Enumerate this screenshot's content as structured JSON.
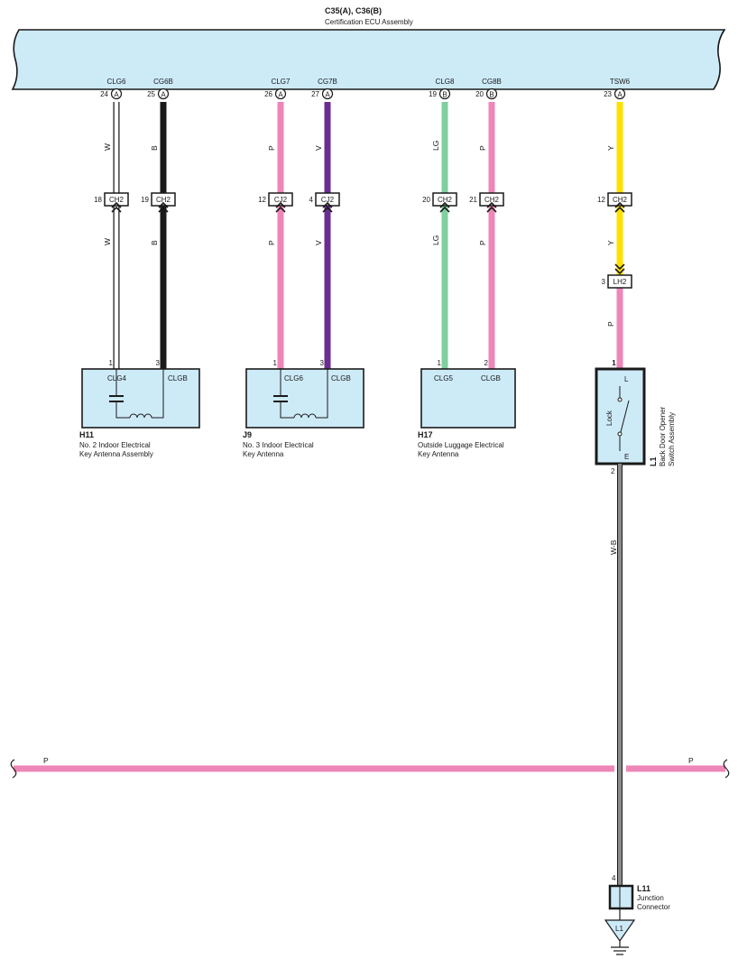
{
  "ecu": {
    "connectors": "C35(A), C36(B)",
    "name": "Certification ECU Assembly"
  },
  "colors": {
    "panel_fill": "#cdeaf7",
    "W": "#ffffff",
    "B": "#1a1a1a",
    "P": "#ee86b8",
    "V": "#6b2d8f",
    "LG": "#7fcf9f",
    "Y": "#ffe000",
    "W-B": "#ffffff"
  },
  "wires": [
    {
      "id": "clg6",
      "terminal": "CLG6",
      "pin": "24",
      "conn": "A",
      "color": "W",
      "jc_pin": "18",
      "jc_name": "CH2",
      "comp_pin": "1"
    },
    {
      "id": "cg6b",
      "terminal": "CG6B",
      "pin": "25",
      "conn": "A",
      "color": "B",
      "jc_pin": "19",
      "jc_name": "CH2",
      "comp_pin": "3"
    },
    {
      "id": "clg7",
      "terminal": "CLG7",
      "pin": "26",
      "conn": "A",
      "color": "P",
      "jc_pin": "12",
      "jc_name": "CJ2",
      "comp_pin": "1"
    },
    {
      "id": "cg7b",
      "terminal": "CG7B",
      "pin": "27",
      "conn": "A",
      "color": "V",
      "jc_pin": "4",
      "jc_name": "CJ2",
      "comp_pin": "3"
    },
    {
      "id": "clg8",
      "terminal": "CLG8",
      "pin": "19",
      "conn": "B",
      "color": "LG",
      "jc_pin": "20",
      "jc_name": "CH2",
      "comp_pin": "1"
    },
    {
      "id": "cg8b",
      "terminal": "CG8B",
      "pin": "20",
      "conn": "B",
      "color": "P",
      "jc_pin": "21",
      "jc_name": "CH2",
      "comp_pin": "2"
    },
    {
      "id": "tsw6",
      "terminal": "TSW6",
      "pin": "23",
      "conn": "A",
      "color": "Y",
      "jc_pin": "12",
      "jc_name": "CH2",
      "comp_pin": "1"
    }
  ],
  "lh2": {
    "pin": "3",
    "name": "LH2",
    "color_after": "P"
  },
  "components": [
    {
      "id": "H11",
      "code": "H11",
      "line1": "No.  2 Indoor Electrical",
      "line2": "Key Antenna Assembly",
      "t1": "CLG4",
      "t2": "CLGB"
    },
    {
      "id": "J9",
      "code": "J9",
      "line1": "No.  3 Indoor Electrical",
      "line2": "Key Antenna",
      "t1": "CLG6",
      "t2": "CLGB"
    },
    {
      "id": "H17",
      "code": "H17",
      "line1": "Outside Luggage Electrical",
      "line2": "Key Antenna",
      "t1": "CLG5",
      "t2": "CLGB"
    }
  ],
  "switch": {
    "code": "L1",
    "line1": "Back Door Opener",
    "line2": "Switch Assembly",
    "top": "L",
    "bottom": "E",
    "state": "Lock",
    "pin_top": "1",
    "pin_bottom": "2",
    "out_color": "W-B"
  },
  "bus": {
    "color": "P",
    "label_left": "P",
    "label_right": "P"
  },
  "junction": {
    "code": "L11",
    "line1": "Junction",
    "line2": "Connector",
    "pin": "4"
  },
  "ground": {
    "name": "L1"
  }
}
